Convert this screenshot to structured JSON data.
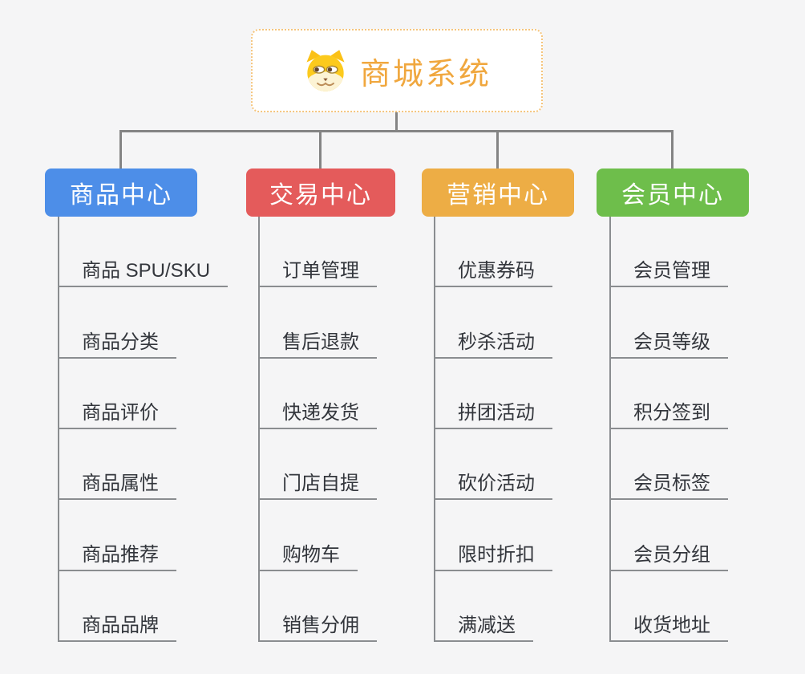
{
  "canvas": {
    "background": "#f5f5f6",
    "connector_color": "#848484",
    "underline_color": "#8a8d90",
    "child_text_color": "#33363c"
  },
  "root": {
    "label": "商城系统",
    "icon": "dog-face-icon",
    "text_color": "#f0a73e",
    "border_color": "#f5c57d"
  },
  "branches": [
    {
      "label": "商品中心",
      "color": "#4d8ee8",
      "children": [
        "商品 SPU/SKU",
        "商品分类",
        "商品评价",
        "商品属性",
        "商品推荐",
        "商品品牌"
      ]
    },
    {
      "label": "交易中心",
      "color": "#e45b5b",
      "children": [
        "订单管理",
        "售后退款",
        "快递发货",
        "门店自提",
        "购物车",
        "销售分佣"
      ]
    },
    {
      "label": "营销中心",
      "color": "#edad45",
      "children": [
        "优惠券码",
        "秒杀活动",
        "拼团活动",
        "砍价活动",
        "限时折扣",
        "满减送"
      ]
    },
    {
      "label": "会员中心",
      "color": "#6ebe4b",
      "children": [
        "会员管理",
        "会员等级",
        "积分签到",
        "会员标签",
        "会员分组",
        "收货地址"
      ]
    }
  ]
}
